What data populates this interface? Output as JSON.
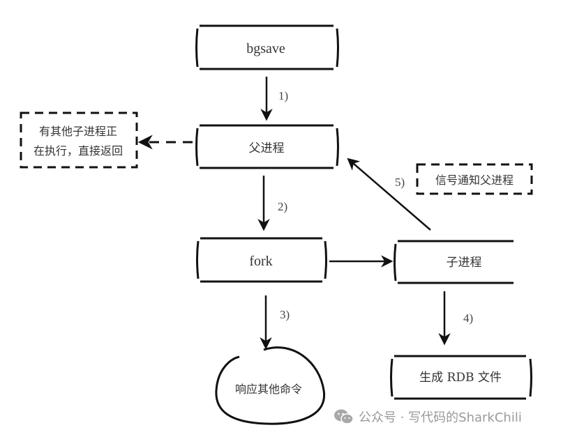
{
  "diagram": {
    "nodes": {
      "bgsave": "bgsave",
      "parent": "父进程",
      "fork": "fork",
      "child": "子进程",
      "respond": "响应其他命令",
      "rdb": "生成 RDB 文件",
      "busy_line1": "有其他子进程正",
      "busy_line2": "在执行，直接返回",
      "signal": "信号通知父进程"
    },
    "steps": {
      "s1": "1)",
      "s2": "2)",
      "s3": "3)",
      "s4": "4)",
      "s5": "5)"
    }
  },
  "watermark": {
    "icon": "wechat-icon",
    "text": "公众号 · 写代码的SharkChili"
  }
}
